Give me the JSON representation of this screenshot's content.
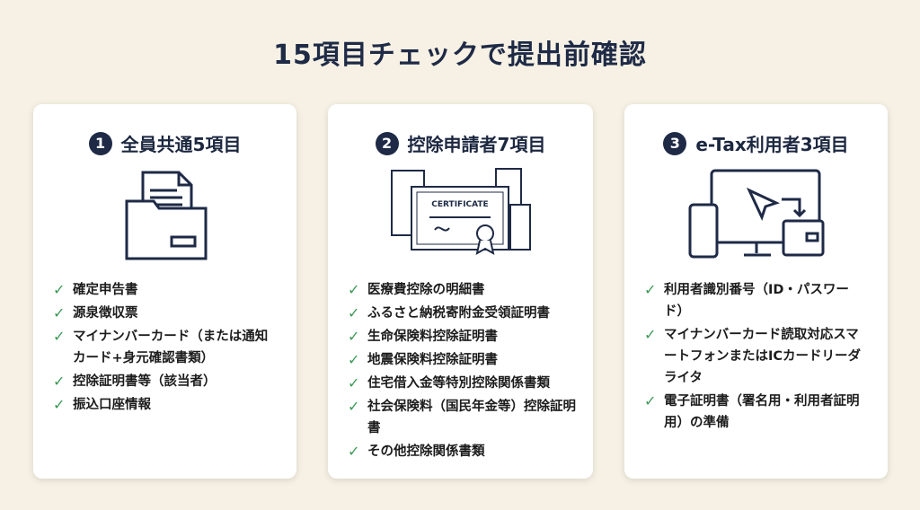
{
  "title": "15項目チェックで提出前確認",
  "cards": [
    {
      "number": "1",
      "heading": "全員共通5項目",
      "icon": "folder-documents-icon",
      "items": [
        "確定申告書",
        "源泉徴収票",
        "マイナンバーカード（または通知カード+身元確認書類）",
        "控除証明書等（該当者）",
        "振込口座情報"
      ]
    },
    {
      "number": "2",
      "heading": "控除申請者7項目",
      "icon": "certificate-icon",
      "icon_label": "CERTIFICATE",
      "items": [
        "医療費控除の明細書",
        "ふるさと納税寄附金受領証明書",
        "生命保険料控除証明書",
        "地震保険料控除証明書",
        "住宅借入金等特別控除関係書類",
        "社会保険料（国民年金等）控除証明書",
        "その他控除関係書類"
      ]
    },
    {
      "number": "3",
      "heading": "e-Tax利用者3項目",
      "icon": "devices-icon",
      "items": [
        "利用者識別番号（ID・パスワード）",
        "マイナンバーカード読取対応スマートフォンまたはICカードリーダライタ",
        "電子証明書（署名用・利用者証明用）の準備"
      ]
    }
  ],
  "colors": {
    "background": "#f6f1e4",
    "navy": "#1e2a46",
    "check": "#3d9a57"
  }
}
